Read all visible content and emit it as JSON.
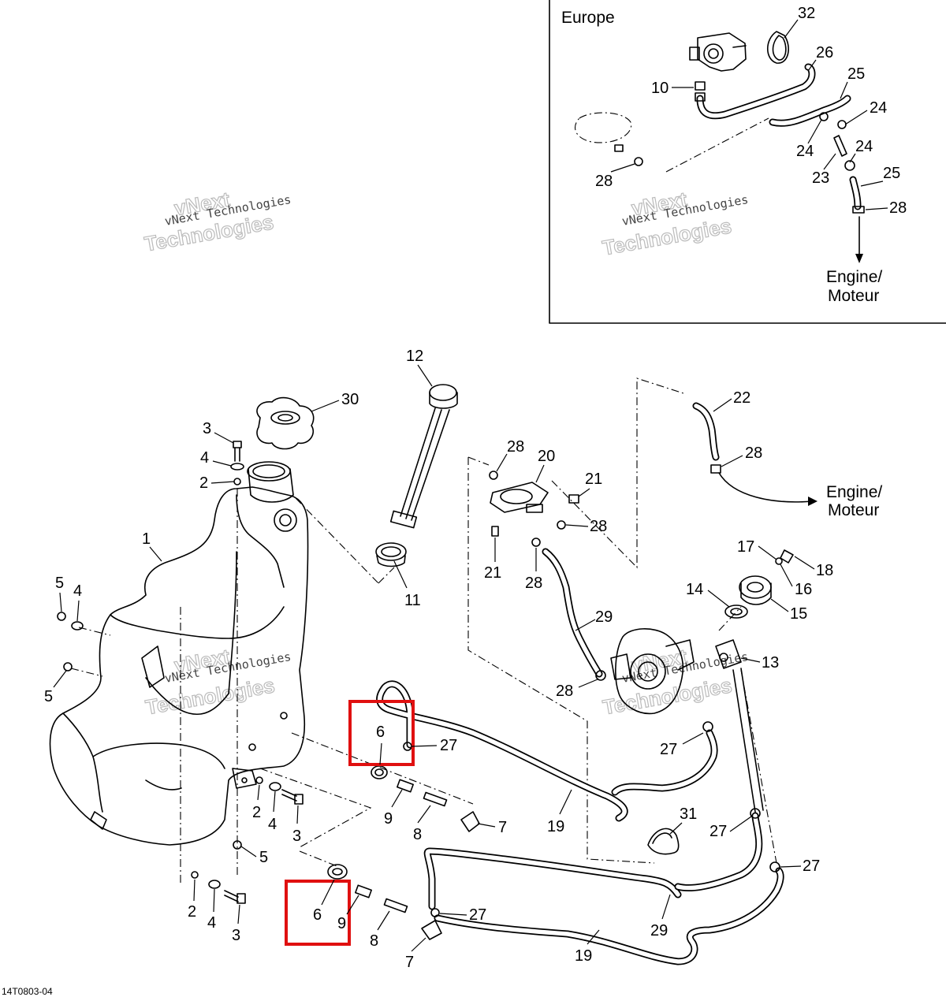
{
  "inset": {
    "title": "Europe",
    "destination_line1": "Engine/",
    "destination_line2": "Moteur"
  },
  "main": {
    "destination_line1": "Engine/",
    "destination_line2": "Moteur"
  },
  "watermark": {
    "line_small": "vNext Technologies",
    "line_big_1": "vNext",
    "line_big_2": "Technologies"
  },
  "drawing_code": "14T0803-04",
  "callouts": {
    "c32": "32",
    "c26": "26",
    "c25a": "25",
    "c10": "10",
    "c24a": "24",
    "c24b": "24",
    "c24c": "24",
    "c23": "23",
    "c25b": "25",
    "c28i1": "28",
    "c28i2": "28",
    "c12": "12",
    "c30": "30",
    "c3a": "3",
    "c4a": "4",
    "c2a": "2",
    "c1": "1",
    "c5a": "5",
    "c4b": "4",
    "c5b": "5",
    "c11": "11",
    "c22": "22",
    "c28a": "28",
    "c28b": "28",
    "c20": "20",
    "c21a": "21",
    "c28c": "28",
    "c21b": "21",
    "c28d": "28",
    "c17": "17",
    "c18": "18",
    "c16": "16",
    "c14": "14",
    "c15": "15",
    "c29a": "29",
    "c13": "13",
    "c28e": "28",
    "c6a": "6",
    "c27a": "27",
    "c27b": "27",
    "c9a": "9",
    "c8a": "8",
    "c7a": "7",
    "c19a": "19",
    "c2b": "2",
    "c4c": "4",
    "c3b": "3",
    "c5c": "5",
    "c31": "31",
    "c27c": "27",
    "c27d": "27",
    "c29b": "29",
    "c2c": "2",
    "c4d": "4",
    "c3c": "3",
    "c6b": "6",
    "c9b": "9",
    "c8b": "8",
    "c27e": "27",
    "c7b": "7",
    "c19b": "19"
  },
  "colors": {
    "highlight": "#e01010",
    "line": "#000000"
  }
}
